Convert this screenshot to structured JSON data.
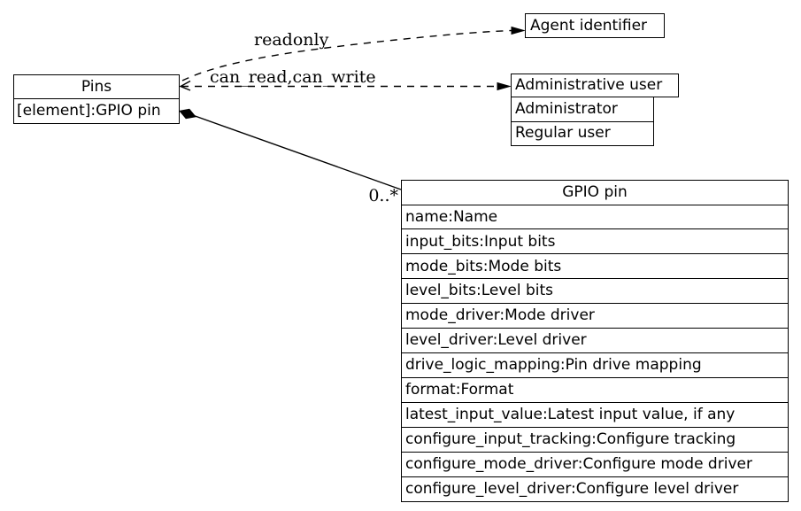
{
  "diagram": {
    "colors": {
      "background": "#ffffff",
      "stroke": "#000000",
      "text": "#000000"
    },
    "nodes": {
      "pins": {
        "title": "Pins",
        "attributes": [
          "[element]:GPIO pin"
        ]
      },
      "agent_identifier": {
        "title": "Agent identifier"
      },
      "administrative_user": {
        "title": "Administrative user",
        "values": [
          "Administrator",
          "Regular user"
        ]
      },
      "gpio_pin": {
        "title": "GPIO pin",
        "attributes": [
          "name:Name",
          "input_bits:Input bits",
          "mode_bits:Mode bits",
          "level_bits:Level bits",
          "mode_driver:Mode driver",
          "level_driver:Level driver",
          "drive_logic_mapping:Pin drive mapping",
          "format:Format",
          "latest_input_value:Latest input value, if any",
          "configure_input_tracking:Configure tracking",
          "configure_mode_driver:Configure mode driver",
          "configure_level_driver:Configure level driver"
        ]
      }
    },
    "edges": {
      "readonly": {
        "label": "readonly",
        "from": "Pins",
        "to": "Agent identifier",
        "style": "dashed"
      },
      "can_read_can_write": {
        "label": "can_read,can_write",
        "from": "Pins",
        "to": "Administrative user",
        "style": "dashed"
      },
      "composition": {
        "multiplicity": "0..*",
        "from": "Pins",
        "to": "GPIO pin",
        "style": "solid-diamond"
      }
    }
  }
}
